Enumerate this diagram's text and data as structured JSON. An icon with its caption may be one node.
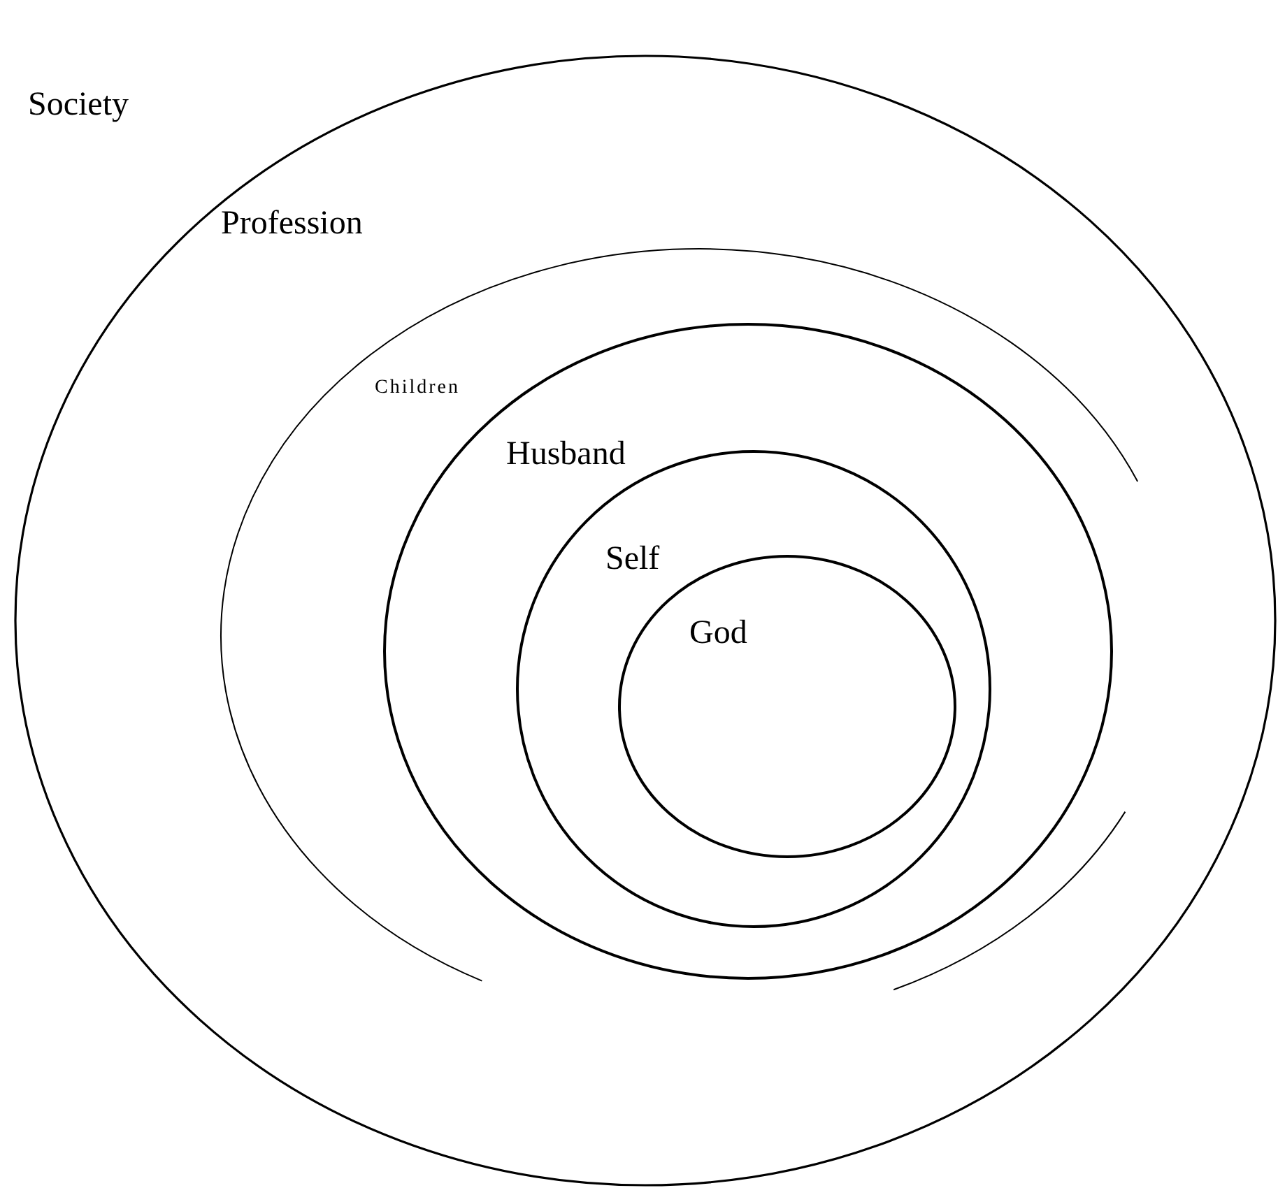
{
  "diagram": {
    "nodes": [
      {
        "text": [
          "Profession"
        ]
      },
      {
        "text": [
          "Children"
        ],
        "in": 0
      },
      {
        "text": [
          "Husband"
        ],
        "in": 1
      },
      {
        "text": [
          "Self"
        ],
        "in": 2
      },
      {
        "text": [
          "God"
        ],
        "in": 3
      }
    ],
    "labels": [
      "Society"
    ]
  }
}
